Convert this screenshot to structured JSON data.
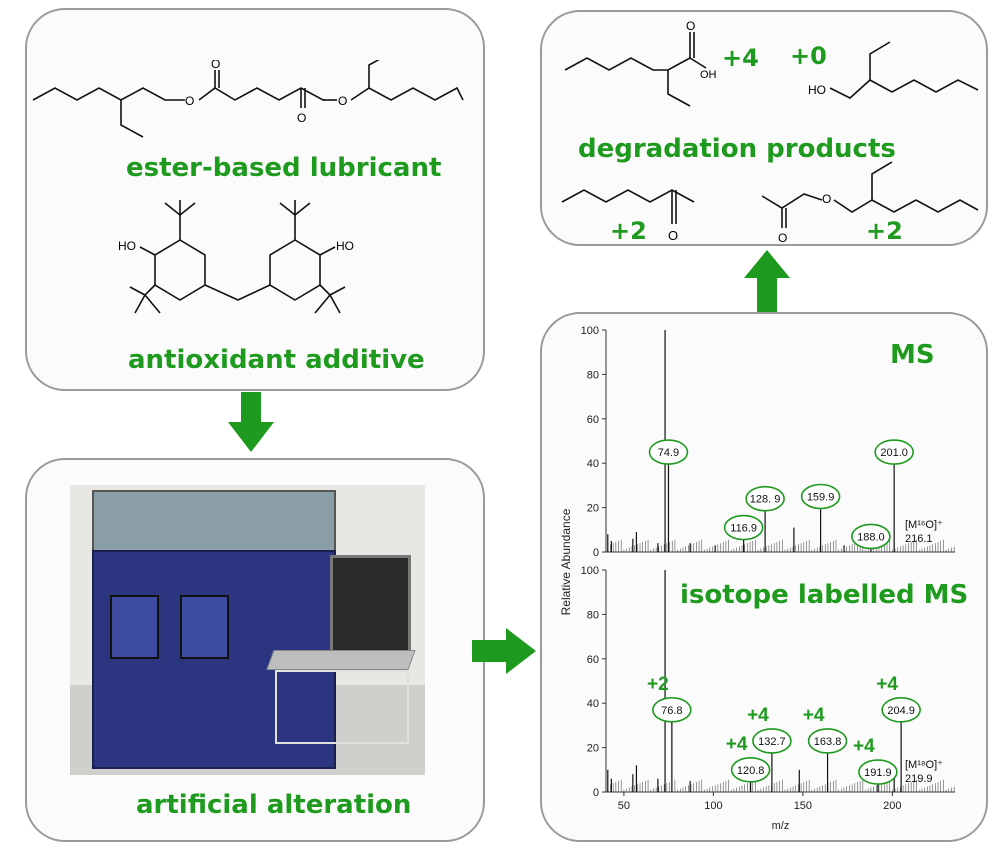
{
  "captions": {
    "ester": "ester-based lubricant",
    "antioxidant": "antioxidant additive",
    "alteration": "artificial alteration",
    "degradation": "degradation products",
    "ms": "MS",
    "isotope_ms": "isotope labelled MS"
  },
  "mol_labels": {
    "oh_acid": "OH",
    "ho_alcohol": "HO",
    "ho_left": "HO",
    "ho_right": "HO",
    "o_ketone": "O",
    "o_ester1": "O",
    "o_ester2": "O",
    "o_ester3": "O",
    "o_ester4": "O",
    "o_acid": "O",
    "o_acetate1": "O",
    "o_acetate2": "O"
  },
  "shifts": {
    "acid": "+4",
    "alcohol": "+0",
    "ketone": "+2",
    "acetate": "+2"
  },
  "colors": {
    "accent_green": "#1e9a1e",
    "panel_border": "#9a9a9a"
  },
  "chart_data": [
    {
      "type": "bar",
      "title": "MS",
      "ylabel": "Relative Abundance",
      "xlabel": "m/z",
      "xlim": [
        40,
        235
      ],
      "ylim": [
        0,
        100
      ],
      "yticks": [
        "0",
        "20",
        "40",
        "60",
        "80",
        "100"
      ],
      "peaks": [
        {
          "mz": 41,
          "y": 8
        },
        {
          "mz": 43,
          "y": 5
        },
        {
          "mz": 55,
          "y": 6
        },
        {
          "mz": 57,
          "y": 9
        },
        {
          "mz": 69,
          "y": 4
        },
        {
          "mz": 73,
          "y": 100
        },
        {
          "mz": 74.9,
          "y": 40
        },
        {
          "mz": 87,
          "y": 4
        },
        {
          "mz": 101,
          "y": 3
        },
        {
          "mz": 116.9,
          "y": 8
        },
        {
          "mz": 128.9,
          "y": 20
        },
        {
          "mz": 145,
          "y": 11
        },
        {
          "mz": 159.9,
          "y": 20
        },
        {
          "mz": 173,
          "y": 3
        },
        {
          "mz": 188.0,
          "y": 5
        },
        {
          "mz": 201.0,
          "y": 40
        }
      ],
      "circled": [
        {
          "label": "74.9",
          "mz": 74.9,
          "y": 45
        },
        {
          "label": "116.9",
          "mz": 116.9,
          "y": 11
        },
        {
          "label": "128. 9",
          "mz": 128.9,
          "y": 24
        },
        {
          "label": "159.9",
          "mz": 159.9,
          "y": 25
        },
        {
          "label": "188.0",
          "mz": 188.0,
          "y": 7
        },
        {
          "label": "201.0",
          "mz": 201.0,
          "y": 45
        }
      ],
      "ion_label": "[M¹⁶O]⁺",
      "ion_value": "216.1"
    },
    {
      "type": "bar",
      "title": "isotope labelled MS",
      "ylabel": "Relative Abundance",
      "xlabel": "m/z",
      "xlim": [
        40,
        235
      ],
      "ylim": [
        0,
        100
      ],
      "yticks": [
        "0",
        "20",
        "40",
        "60",
        "80",
        "100"
      ],
      "xticks": [
        "50",
        "100",
        "150",
        "200"
      ],
      "peaks": [
        {
          "mz": 41,
          "y": 10
        },
        {
          "mz": 43,
          "y": 6
        },
        {
          "mz": 55,
          "y": 8
        },
        {
          "mz": 57,
          "y": 12
        },
        {
          "mz": 69,
          "y": 6
        },
        {
          "mz": 73,
          "y": 100
        },
        {
          "mz": 76.8,
          "y": 32
        },
        {
          "mz": 87,
          "y": 5
        },
        {
          "mz": 120.8,
          "y": 5
        },
        {
          "mz": 132.7,
          "y": 20
        },
        {
          "mz": 148,
          "y": 10
        },
        {
          "mz": 163.8,
          "y": 20
        },
        {
          "mz": 191.9,
          "y": 4
        },
        {
          "mz": 201,
          "y": 12
        },
        {
          "mz": 204.9,
          "y": 32
        }
      ],
      "circled": [
        {
          "label": "76.8",
          "mz": 76.8,
          "y": 37,
          "shift": "+2"
        },
        {
          "label": "120.8",
          "mz": 120.8,
          "y": 10,
          "shift": "+4"
        },
        {
          "label": "132.7",
          "mz": 132.7,
          "y": 23,
          "shift": "+4"
        },
        {
          "label": "163.8",
          "mz": 163.8,
          "y": 23,
          "shift": "+4"
        },
        {
          "label": "191.9",
          "mz": 191.9,
          "y": 9,
          "shift": "+4"
        },
        {
          "label": "204.9",
          "mz": 204.9,
          "y": 37,
          "shift": "+4"
        }
      ],
      "ion_label": "[M¹⁸O]⁺",
      "ion_value": "219.9"
    }
  ]
}
